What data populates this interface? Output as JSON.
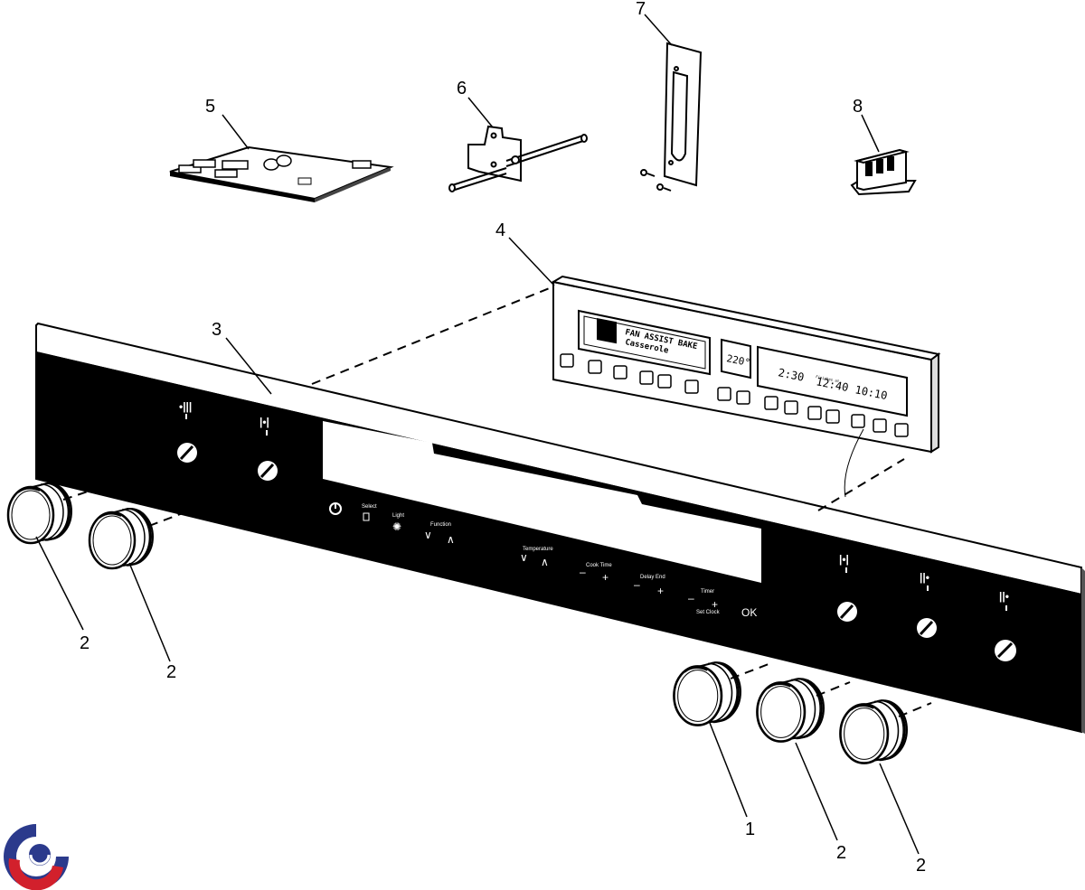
{
  "diagram": {
    "callouts": [
      {
        "id": "1",
        "label": "1"
      },
      {
        "id": "2a",
        "label": "2"
      },
      {
        "id": "2b",
        "label": "2"
      },
      {
        "id": "2c",
        "label": "2"
      },
      {
        "id": "2d",
        "label": "2"
      },
      {
        "id": "3",
        "label": "3"
      },
      {
        "id": "4",
        "label": "4"
      },
      {
        "id": "5",
        "label": "5"
      },
      {
        "id": "6",
        "label": "6"
      },
      {
        "id": "7",
        "label": "7"
      },
      {
        "id": "8",
        "label": "8"
      }
    ],
    "panel_labels": {
      "select": "Select",
      "light": "Light",
      "function": "Function",
      "temperature": "Temperature",
      "cook_time": "Cook Time",
      "delay_end": "Delay End",
      "timer": "Timer",
      "set_clock": "Set Clock",
      "ok": "OK"
    },
    "display": {
      "line1": "FAN ASSIST BAKE",
      "line2": "Casserole",
      "temp": "220°",
      "time_a": "2:30",
      "finishes_at": "Finishes at",
      "time_b": "12:40",
      "time_c": "10:10"
    }
  }
}
